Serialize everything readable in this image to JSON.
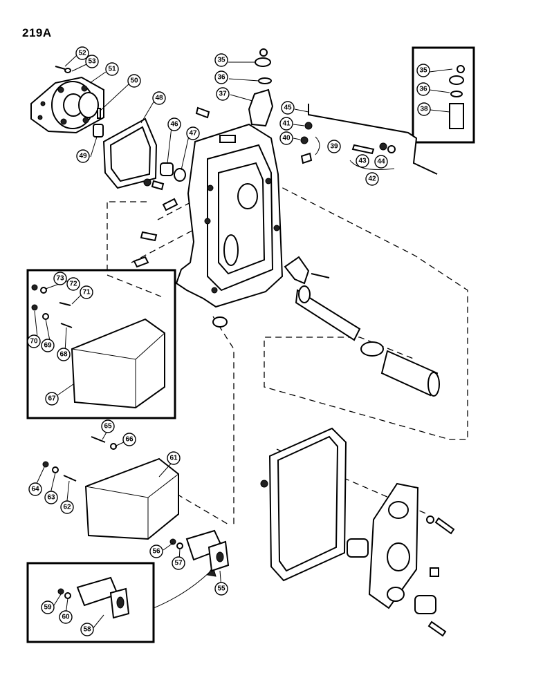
{
  "page_title": "219A",
  "callouts": [
    {
      "id": "c52",
      "label": "52"
    },
    {
      "id": "c53",
      "label": "53"
    },
    {
      "id": "c51",
      "label": "51"
    },
    {
      "id": "c50",
      "label": "50"
    },
    {
      "id": "c48",
      "label": "48"
    },
    {
      "id": "c49",
      "label": "49"
    },
    {
      "id": "c46",
      "label": "46"
    },
    {
      "id": "c47",
      "label": "47"
    },
    {
      "id": "c35",
      "label": "35"
    },
    {
      "id": "c36",
      "label": "36"
    },
    {
      "id": "c37",
      "label": "37"
    },
    {
      "id": "c45",
      "label": "45"
    },
    {
      "id": "c41",
      "label": "41"
    },
    {
      "id": "c40",
      "label": "40"
    },
    {
      "id": "c39",
      "label": "39"
    },
    {
      "id": "c43",
      "label": "43"
    },
    {
      "id": "c44",
      "label": "44"
    },
    {
      "id": "c42",
      "label": "42"
    },
    {
      "id": "c35b",
      "label": "35"
    },
    {
      "id": "c36b",
      "label": "36"
    },
    {
      "id": "c38",
      "label": "38"
    },
    {
      "id": "c73",
      "label": "73"
    },
    {
      "id": "c72",
      "label": "72"
    },
    {
      "id": "c71",
      "label": "71"
    },
    {
      "id": "c70",
      "label": "70"
    },
    {
      "id": "c69",
      "label": "69"
    },
    {
      "id": "c68",
      "label": "68"
    },
    {
      "id": "c67",
      "label": "67"
    },
    {
      "id": "c65",
      "label": "65"
    },
    {
      "id": "c66",
      "label": "66"
    },
    {
      "id": "c61",
      "label": "61"
    },
    {
      "id": "c64",
      "label": "64"
    },
    {
      "id": "c63",
      "label": "63"
    },
    {
      "id": "c62",
      "label": "62"
    },
    {
      "id": "c56",
      "label": "56"
    },
    {
      "id": "c57",
      "label": "57"
    },
    {
      "id": "c55",
      "label": "55"
    },
    {
      "id": "c59",
      "label": "59"
    },
    {
      "id": "c60",
      "label": "60"
    },
    {
      "id": "c58",
      "label": "58"
    }
  ]
}
